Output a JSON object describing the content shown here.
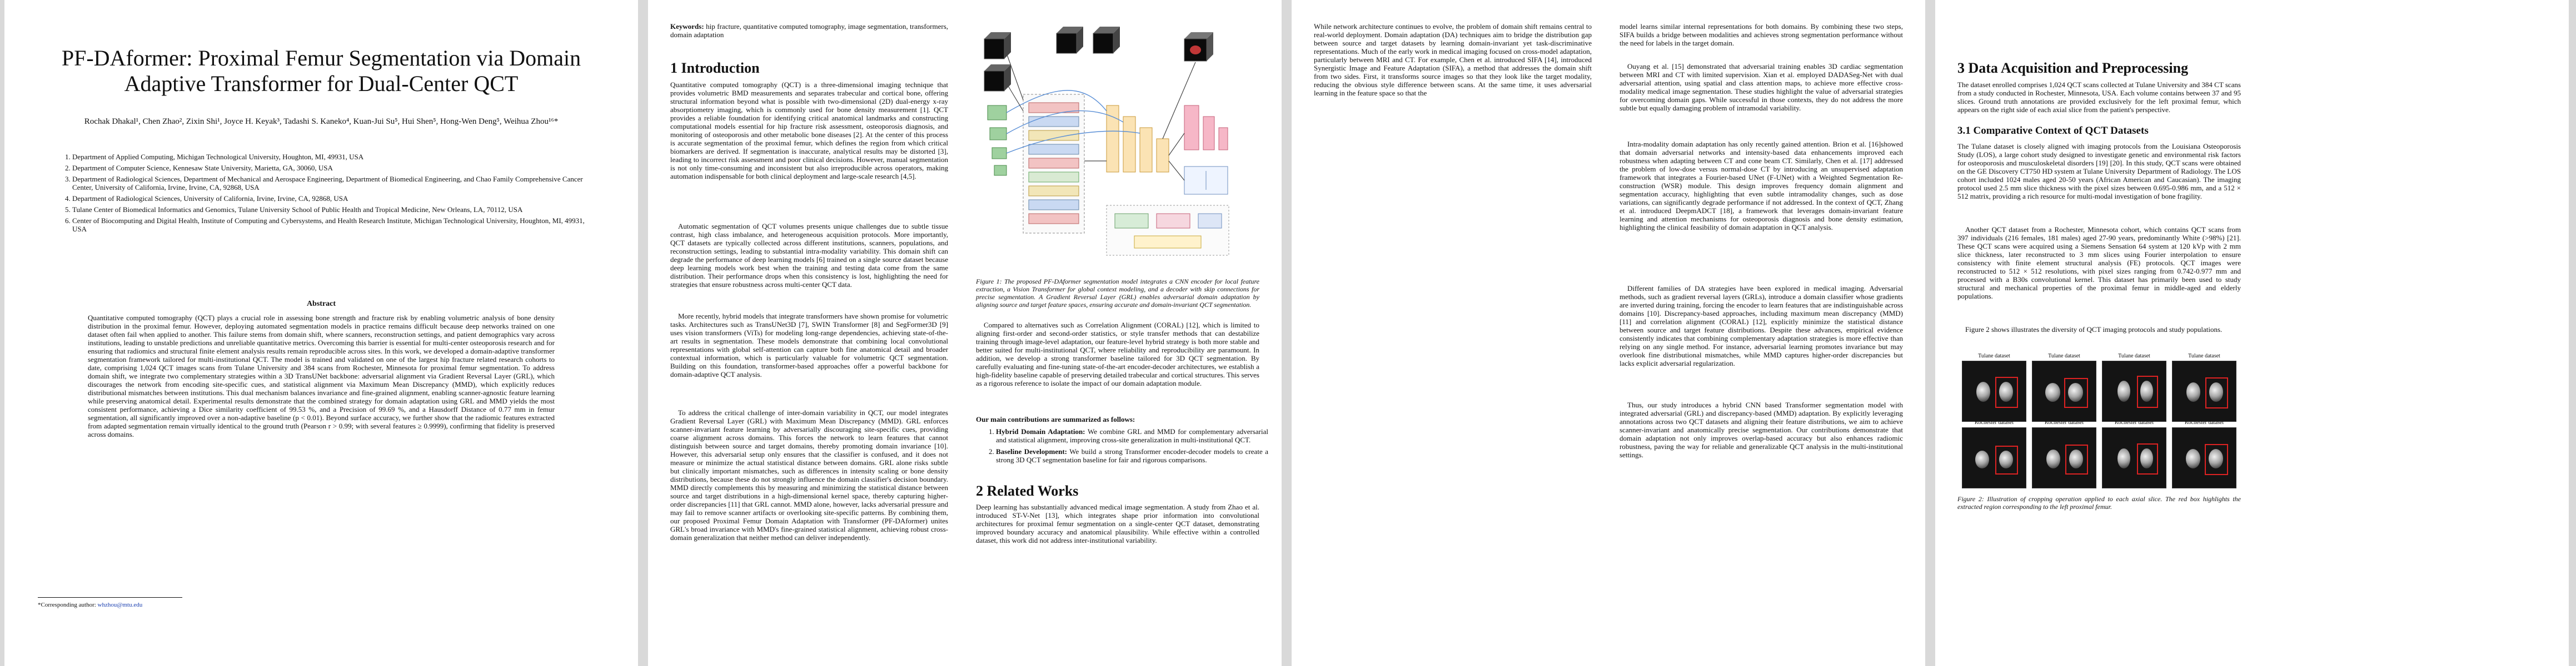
{
  "title": "PF-DAformer: Proximal Femur Segmentation via Domain Adaptive Transformer for Dual-Center QCT",
  "authors": "Rochak Dhakal¹, Chen Zhao², Zixin Shi¹, Joyce H. Keyak³, Tadashi S. Kaneko⁴, Kuan-Jui Su⁵, Hui Shen⁵, Hong-Wen Deng⁵, Weihua Zhou¹⁶*",
  "affiliations": [
    "Department of Applied Computing, Michigan Technological University, Houghton, MI, 49931, USA",
    "Department of Computer Science, Kennesaw State University, Marietta, GA, 30060, USA",
    "Department of Radiological Sciences, Department of Mechanical and Aerospace Engineering, Department of Biomedical Engineering, and Chao Family Comprehensive Cancer Center, University of California, Irvine, Irvine, CA, 92868, USA",
    "Department of Radiological Sciences, University of California, Irvine, Irvine, CA, 92868, USA",
    "Tulane Center of Biomedical Informatics and Genomics, Tulane University School of Public Health and Tropical Medicine, New Orleans, LA, 70112, USA",
    "Center of Biocomputing and Digital Health, Institute of Computing and Cybersystems, and Health Research Institute, Michigan Technological University, Houghton, MI, 49931, USA"
  ],
  "abstract_heading": "Abstract",
  "abstract": "Quantitative computed tomography (QCT) plays a crucial role in assessing bone strength and fracture risk by enabling volumetric analysis of bone density distribution in the proximal femur. However, deploying automated segmentation models in practice remains difficult because deep networks trained on one dataset often fail when applied to another. This failure stems from domain shift, where scanners, reconstruction settings, and patient demographics vary across institutions, leading to unstable predictions and unreliable quantitative metrics. Overcoming this barrier is essential for multi-center osteoporosis research and for ensuring that radiomics and structural finite element analysis results remain reproducible across sites. In this work, we developed a domain-adaptive transformer segmentation framework tailored for multi-institutional QCT. The model is trained and validated on one of the largest hip fracture related research cohorts to date, comprising 1,024 QCT images scans from Tulane University and 384 scans from Rochester, Minnesota for proximal femur segmentation. To address domain shift, we integrate two complementary strategies within a 3D TransUNet backbone: adversarial alignment via Gradient Reversal Layer (GRL), which discourages the network from encoding site-specific cues, and statistical alignment via Maximum Mean Discrepancy (MMD), which explicitly reduces distributional mismatches between institutions. This dual mechanism balances invariance and fine-grained alignment, enabling scanner-agnostic feature learning while preserving anatomical detail. Experimental results demonstrate that the combined strategy for domain adaptation using GRL and MMD yields the most consistent performance, achieving a Dice similarity coefficient of 99.53 %, and a Precision of 99.69 %, and a Hausdorff Distance of 0.77 mm in femur segmentation, all significantly improved over a non-adaptive baseline (p < 0.01). Beyond surface accuracy, we further show that the radiomic features extracted from adapted segmentation remain virtually identical to the ground truth (Pearson r > 0.99; with several features ≥ 0.9999), confirming that fidelity is preserved across domains.",
  "footnote_label": "*Corresponding author:",
  "footnote_email": "whzhou@mtu.edu",
  "keywords_label": "Keywords:",
  "keywords": "hip fracture, quantitative computed tomography, image segmentation, transformers, domain adaptation",
  "sections": {
    "intro": "1   Introduction",
    "related": "2   Related Works",
    "data": "3   Data Acquisition and Preprocessing",
    "data_sub": "3.1   Comparative Context of QCT Datasets"
  },
  "p2_col1": {
    "intro_p1": "Quantitative computed tomography (QCT) is a three-dimensional imaging technique that provides volumetric BMD measurements and separates trabecular and cortical bone, offering structural information beyond what is possible with two-dimensional (2D) dual-energy x-ray absorptiometry imaging, which is commonly used for bone density measurement [1]. QCT provides a reliable foundation for identifying critical anatomical landmarks and constructing computational models essential for hip fracture risk assessment, osteoporosis diagnosis, and monitoring of osteoporosis and other metabolic bone diseases [2]. At the center of this process is accurate segmentation of the proximal femur, which defines the region from which critical biomarkers are derived. If segmentation is inaccurate, analytical results may be distorted [3], leading to incorrect risk assessment and poor clinical decisions. However, manual segmentation is not only time-consuming and inconsistent but also irreproducible across operators, making automation indispensable for both clinical deployment and large-scale research [4,5].",
    "intro_p2": "Automatic segmentation of QCT volumes presents unique challenges due to subtle tissue contrast, high class imbalance, and heterogeneous acquisition protocols. More importantly, QCT datasets are typically collected across different institutions, scanners, populations, and reconstruction settings, leading to substantial intra-modality variability. This domain shift can degrade the performance of deep learning models [6] trained on a single source dataset because deep learning models work best when the training and testing data come from the same distribution. Their performance drops when this consistency is lost, highlighting the need for strategies that ensure robustness across multi-center QCT data.",
    "intro_p3": "More recently, hybrid models that integrate transformers have shown promise for volumetric tasks. Architectures such as TransUNet3D [7], SWIN Transformer [8] and SegFormer3D [9] uses vision transformers (ViTs) for modeling long-range dependencies, achieving state-of-the-art results in segmentation. These models demonstrate that combining local convolutional representations with global self-attention can capture both fine anatomical detail and broader contextual information, which is particularly valuable for volumetric QCT segmentation. Building on this foundation, transformer-based approaches offer a powerful backbone for domain-adaptive QCT analysis.",
    "intro_p4": "To address the critical challenge of inter-domain variability in QCT, our model integrates Gradient Reversal Layer (GRL) with Maximum Mean Discrepancy (MMD). GRL enforces scanner-invariant feature learning by adversarially discouraging site-specific cues, providing coarse alignment across domains. This forces the network to learn features that cannot distinguish between source and target domains, thereby promoting domain invariance [10]. However, this adversarial setup only ensures that the classifier is confused, and it does not measure or minimize the actual statistical distance between domains. GRL alone risks subtle but clinically important mismatches, such as differences in intensity scaling or bone density distributions, because these do not strongly influence the domain classifier's decision boundary. MMD directly complements this by measuring and minimizing the statistical distance between source and target distributions in a high-dimensional kernel space, thereby capturing higher-order discrepancies [11] that GRL cannot. MMD alone, however, lacks adversarial pressure and may fail to remove scanner artifacts or overlooking site-specific patterns. By combining them, our proposed Proximal Femur Domain Adaptation with Transformer (PF-DAformer) unites GRL's broad invariance with MMD's fine-grained statistical alignment, achieving robust cross-domain generalization that neither method can deliver independently."
  },
  "fig1": {
    "caption": "Figure 1: The proposed PF-DAformer segmentation model integrates a CNN encoder for local feature extraction, a Vision Transformer for global context modeling, and a decoder with skip connections for precise segmentation. A Gradient Reversal Layer (GRL) enables adversarial domain adaptation by aligning source and target feature spaces, ensuring accurate and domain-invariant QCT segmentation."
  },
  "p2_col2": {
    "p1": "Compared to alternatives such as Correlation Alignment (CORAL) [12], which is limited to aligning first-order and second-order statistics, or style transfer methods that can destabilize training through image-level adaptation, our feature-level hybrid strategy is both more stable and better suited for multi-institutional QCT, where reliability and reproducibility are paramount. In addition, we develop a strong transformer baseline tailored for 3D QCT segmentation. By carefully evaluating and fine-tuning state-of-the-art encoder-decoder architectures, we establish a high-fidelity baseline capable of preserving detailed trabecular and cortical structures. This serves as a rigorous reference to isolate the impact of our domain adaptation module.",
    "contrib_head": "Our main contributions are summarized as follows:",
    "contrib": [
      {
        "label": "Hybrid Domain Adaptation:",
        "text": "We combine GRL and MMD for complementary adversarial and statistical alignment, improving cross-site generalization in multi-institutional QCT."
      },
      {
        "label": "Baseline Development:",
        "text": "We build a strong Transformer encoder-decoder models to create a strong 3D QCT segmentation baseline for fair and rigorous comparisons."
      }
    ],
    "related_p1": "Deep learning has substantially advanced medical image segmentation. A study from Zhao et al. introduced ST-V-Net [13], which integrates shape prior information into convolutional architectures for proximal femur segmentation on a single-center QCT dataset, demonstrating improved boundary accuracy and anatomical plausibility. While effective within a controlled dataset, this work did not address inter-institutional variability."
  },
  "p3_col1": {
    "p1": "While network architecture continues to evolve, the problem of domain shift remains central to real-world deployment. Domain adaptation (DA) techniques aim to bridge the distribution gap between source and target datasets by learning domain-invariant yet task-discriminative representations. Much of the early work in medical imaging focused on cross-model adaptation, particularly between MRI and CT. For example, Chen et al. introduced SIFA [14], introduced Synergistic Image and Feature Adaptation (SIFA), a method that addresses the domain shift from two sides. First, it transforms source images so that they look like the target modality, reducing the obvious style difference between scans. At the same time, it uses adversarial learning in the feature space so that the",
    "p2": "model learns similar internal representations for both domains. By combining these two steps, SIFA builds a bridge between modalities and achieves strong segmentation performance without the need for labels in the target domain.",
    "p3": "Ouyang et al. [15] demonstrated that adversarial training enables 3D cardiac segmentation between MRI and CT with limited supervision. Xian et al. employed DADASeg-Net with dual adversarial attention, using spatial and class attention maps, to achieve more effective cross-modality medical image segmentation. These studies highlight the value of adversarial strategies for overcoming domain gaps. While successful in those contexts, they do not address the more subtle but equally damaging problem of intramodal variability.",
    "p4": "Intra-modality domain adaptation has only recently gained attention. Brion et al. [16]showed that domain adversarial networks and intensity-based data enhancements improved each robustness when adapting between CT and cone beam CT. Similarly, Chen et al. [17] addressed the problem of low-dose versus normal-dose CT by introducing an unsupervised adaptation framework that integrates a Fourier-based UNet (F-UNet) with a Weighted Segmentation Re- construction (WSR) module. This design improves frequency domain alignment and segmentation accuracy, highlighting that even subtle intramodality changes, such as dose variations, can significantly degrade performance if not addressed. In the context of QCT, Zhang et al. introduced DeepmADCT [18], a framework that leverages domain-invariant feature learning and attention mechanisms for osteoporosis diagnosis and bone density estimation, highlighting the clinical feasibility of domain adaptation in QCT analysis.",
    "p5": "Different families of DA strategies have been explored in medical imaging. Adversarial methods, such as gradient reversal layers (GRLs), introduce a domain classifier whose gradients are inverted during training, forcing the encoder to learn features that are indistinguishable across domains [10]. Discrepancy-based approaches, including maximum mean discrepancy (MMD) [11] and correlation alignment (CORAL) [12], explicitly minimize the statistical distance between source and target feature distributions. Despite these advances, empirical evidence consistently indicates that combining complementary adaptation strategies is more effective than relying on any single method. For instance, adversarial learning promotes invariance but may overlook fine distributional mismatches, while MMD captures higher-order discrepancies but lacks explicit adversarial regularization.",
    "p6": "Thus, our study introduces a hybrid CNN based Transformer segmentation model with integrated adversarial (GRL) and discrepancy-based (MMD) adaptation. By explicitly leveraging annotations across two QCT datasets and aligning their feature distributions, we aim to achieve scanner-invariant and anatomically precise segmentation. Our contributions demonstrate that domain adaptation not only improves overlap-based accuracy but also enhances radiomic robustness, paving the way for reliable and generalizable QCT analysis in the multi-institutional settings."
  },
  "p4_col": {
    "data_p1": "The Tulane dataset is closely aligned with imaging protocols from the Louisiana Osteoporosis Study (LOS), a large cohort study designed to investigate genetic and environmental risk factors for osteoporosis and musculoskeletal disorders [19] [20]. In this study, QCT scans were obtained on the GE Discovery CT750 HD system at Tulane University Department of Radiology. The LOS cohort included 1024 males aged 20-50 years (African American and Caucasian). The imaging protocol used 2.5 mm slice thickness with the pixel sizes between 0.695-0.986 mm, and a 512 × 512 matrix, providing a rich resource for multi-modal investigation of bone fragility.",
    "data_p2": "The dataset enrolled comprises 1,024 QCT scans collected at Tulane University and 384 CT scans from a study conducted in Rochester, Minnesota, USA. Each volume contains between 37 and 95 slices. Ground truth annotations are provided exclusively for the left proximal femur, which appears on the right side of each axial slice from the patient's perspective.",
    "sub_p1": "Another QCT dataset from a Rochester, Minnesota cohort, which contains QCT scans from 397 individuals (216 females, 181 males) aged 27-90 years, predominantly White (>98%) [21]. These QCT scans were acquired using a Siemens Sensation 64 system at 120 kVp with 2 mm slice thickness, later reconstructed to 3 mm slices using Fourier interpolation to ensure consistency with finite element structural analysis (FE) protocols. QCT images were reconstructed to 512 × 512 resolutions, with pixel sizes ranging from 0.742-0.977 mm and processed with a B30s convolutional kernel. This dataset has primarily been used to study structural and mechanical properties of the proximal femur in middle-aged and elderly populations.",
    "sub_p2": "Figure 2 shows illustrates the diversity of QCT imaging protocols and study populations.",
    "fig2_labels": [
      "Tulane dataset",
      "Tulane dataset",
      "Tulane dataset",
      "Tulane dataset",
      "Rochester dataset",
      "Rochester dataset",
      "Rochester dataset",
      "Rochester dataset"
    ],
    "fig2_caption": "Figure 2: Illustration of cropping operation applied to each axial slice. The red box highlights the extracted region corresponding to the left proximal femur."
  }
}
